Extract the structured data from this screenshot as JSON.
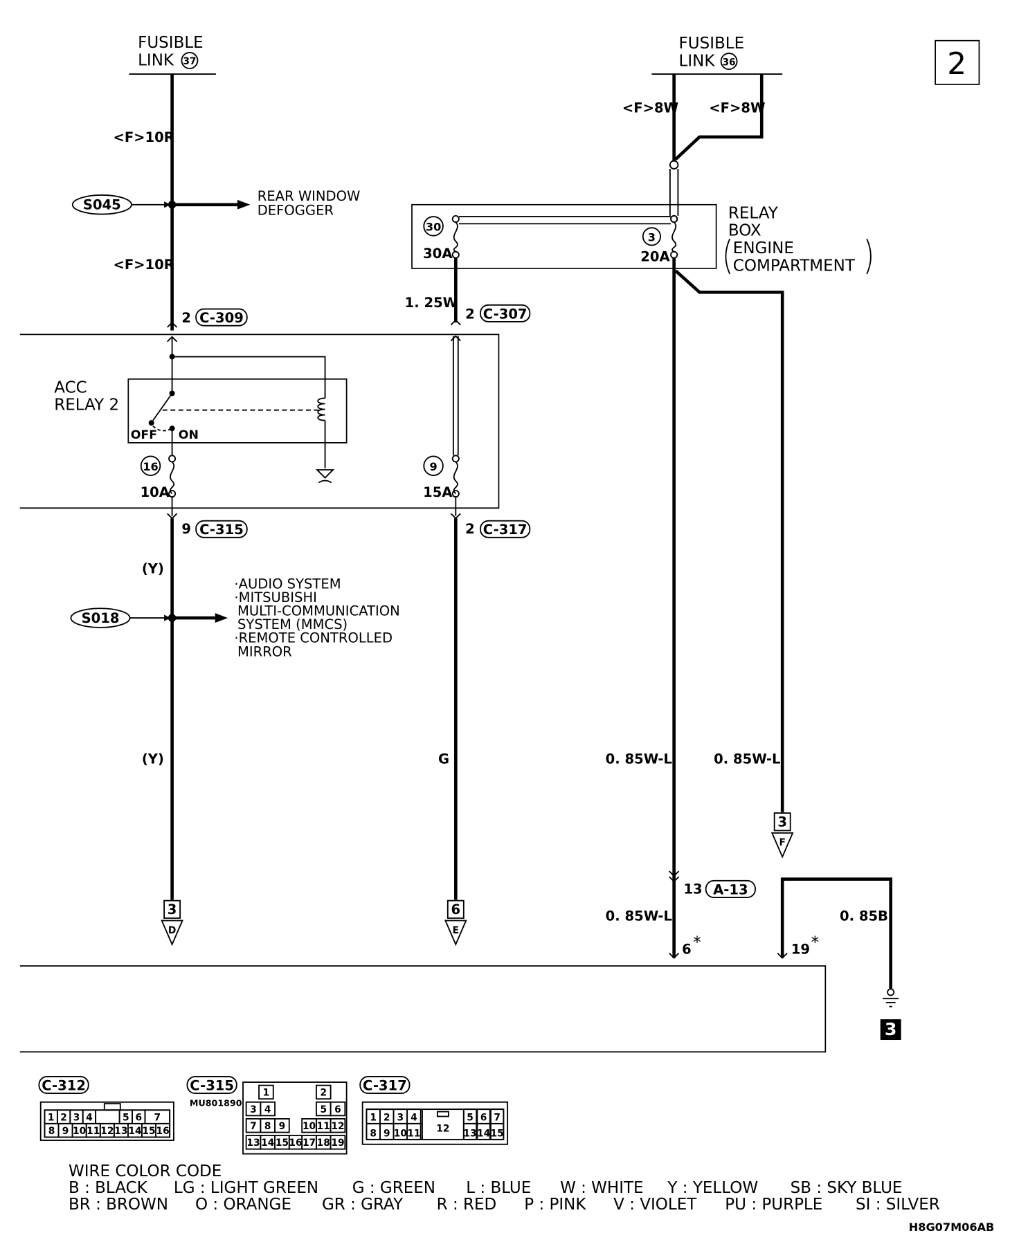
{
  "page_number": "2",
  "diagram_code": "H8G07M06AB",
  "fusible_links": [
    {
      "label_line1": "FUSIBLE",
      "label_line2": "LINK",
      "number": "37"
    },
    {
      "label_line1": "FUSIBLE",
      "label_line2": "LINK",
      "number": "36"
    }
  ],
  "splices": [
    {
      "id": "S045",
      "target_line1": "REAR WINDOW",
      "target_line2": "DEFOGGER"
    },
    {
      "id": "S018",
      "targets": [
        "·AUDIO SYSTEM",
        "·MITSUBISHI",
        "MULTI-COMMUNICATION",
        "SYSTEM (MMCS)",
        "·REMOTE CONTROLLED",
        "MIRROR"
      ]
    }
  ],
  "wire_labels": {
    "left_upper_1": "<F>10R",
    "left_upper_2": "<F>10R",
    "fl36_left": "<F>8W",
    "fl36_right": "<F>8W",
    "relay_out_30": "1. 25W",
    "left_y_1": "(Y)",
    "left_y_2": "(Y)",
    "mid_g": "G",
    "right_1": "0. 85W-L",
    "right_2": "0. 85W-L",
    "right_3": "0. 85W-L",
    "ground_wire": "0. 85B"
  },
  "relay_box": {
    "line1": "RELAY",
    "line2": "BOX",
    "line3": "ENGINE",
    "line4": "COMPARTMENT",
    "fuse_a_no": "30",
    "fuse_a_amp": "30A",
    "fuse_b_no": "3",
    "fuse_b_amp": "20A"
  },
  "jb": {
    "relay_line1": "ACC",
    "relay_line2": "RELAY 2",
    "off": "OFF",
    "on": "ON",
    "fuse_a_no": "16",
    "fuse_a_amp": "10A",
    "fuse_b_no": "9",
    "fuse_b_amp": "15A"
  },
  "connectors": {
    "c309_pin": "2",
    "c309": "C-309",
    "c307_pin": "2",
    "c307": "C-307",
    "c315_pin": "9",
    "c315": "C-315",
    "c317_pin": "2",
    "c317": "C-317",
    "a13_pin": "13",
    "a13": "A-13",
    "ecu_pin_a": "6",
    "ecu_pin_b": "19",
    "star": "*"
  },
  "offpage": [
    {
      "num": "3",
      "letter": "D"
    },
    {
      "num": "6",
      "letter": "E"
    },
    {
      "num": "3",
      "letter": "F"
    }
  ],
  "ground_ref": "3",
  "connector_faces": {
    "c312": {
      "name": "C-312",
      "top": [
        "1",
        "2",
        "3",
        "4",
        "",
        "5",
        "6",
        "7"
      ],
      "bottom": [
        "8",
        "9",
        "10",
        "11",
        "12",
        "13",
        "14",
        "15",
        "16"
      ]
    },
    "c315": {
      "name": "C-315",
      "part": "MU801890",
      "row1": [
        "1",
        "2"
      ],
      "row2": [
        "3",
        "4",
        "5",
        "6"
      ],
      "row3": [
        "7",
        "8",
        "9",
        "10",
        "11",
        "12"
      ],
      "row4": [
        "13",
        "14",
        "15",
        "16",
        "17",
        "18",
        "19"
      ]
    },
    "c317": {
      "name": "C-317",
      "top": [
        "1",
        "2",
        "3",
        "4",
        "5",
        "6",
        "7"
      ],
      "center": "12",
      "bottom": [
        "8",
        "9",
        "10",
        "11",
        "13",
        "14",
        "15"
      ]
    }
  },
  "color_code": {
    "title": "WIRE COLOR CODE",
    "row1": [
      "B : BLACK",
      "LG : LIGHT GREEN",
      "G : GREEN",
      "L : BLUE",
      "W : WHITE",
      "Y : YELLOW",
      "SB : SKY BLUE"
    ],
    "row2": [
      "BR : BROWN",
      "O : ORANGE",
      "GR : GRAY",
      "R : RED",
      "P : PINK",
      "V : VIOLET",
      "PU : PURPLE",
      "SI : SILVER"
    ]
  }
}
